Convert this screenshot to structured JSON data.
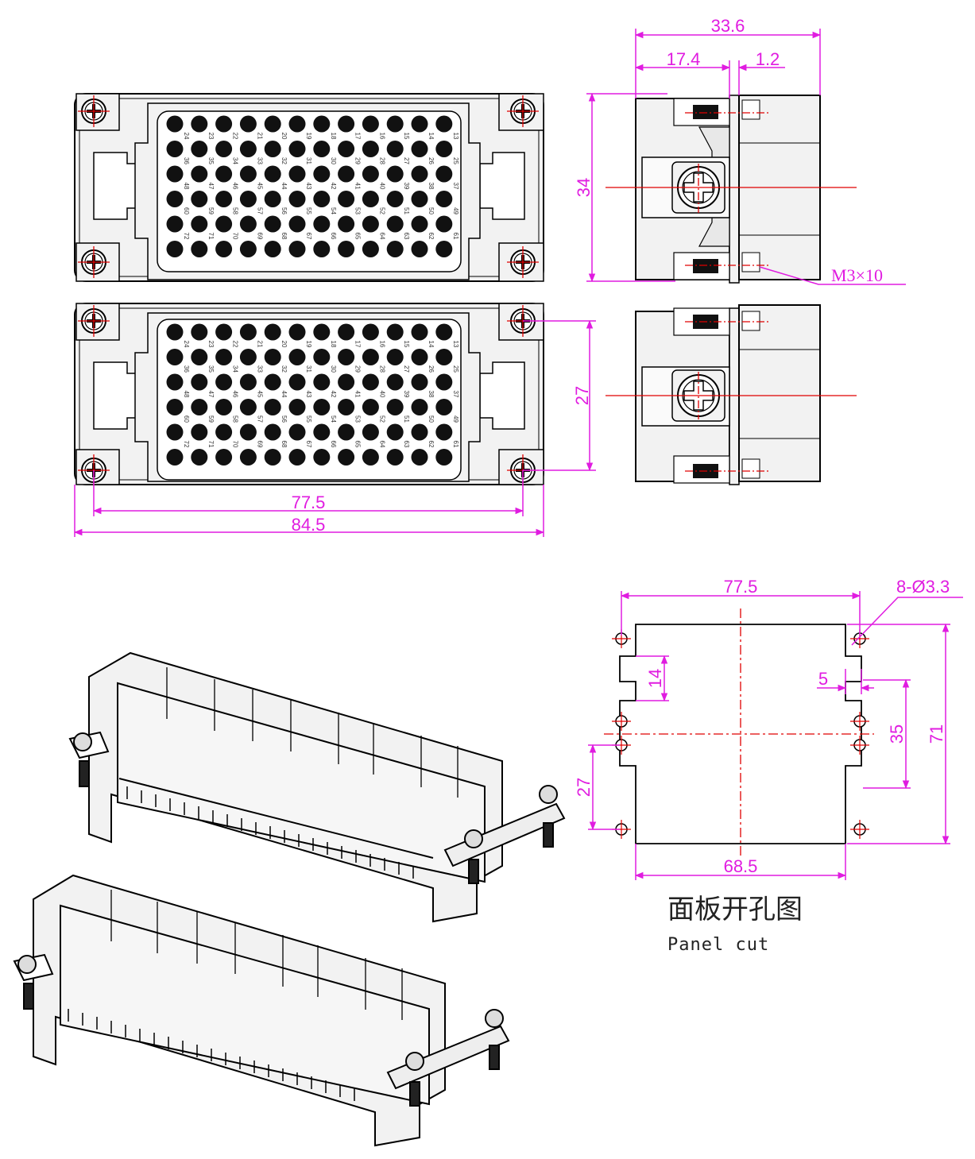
{
  "front_view": {
    "pin_rows": [
      [
        "24",
        "23",
        "22",
        "21",
        "20",
        "19",
        "18",
        "17",
        "16",
        "15",
        "14",
        "13"
      ],
      [
        "36",
        "35",
        "34",
        "33",
        "32",
        "31",
        "30",
        "29",
        "28",
        "27",
        "26",
        "25"
      ],
      [
        "48",
        "47",
        "46",
        "45",
        "44",
        "43",
        "42",
        "41",
        "40",
        "39",
        "38",
        "37"
      ],
      [
        "60",
        "59",
        "58",
        "57",
        "56",
        "55",
        "54",
        "53",
        "52",
        "51",
        "50",
        "49"
      ],
      [
        "72",
        "71",
        "70",
        "69",
        "68",
        "67",
        "66",
        "65",
        "64",
        "63",
        "62",
        "61"
      ]
    ],
    "dim_27": "27",
    "dim_77_5": "77.5",
    "dim_84_5": "84.5"
  },
  "side_view": {
    "dim_33_6": "33.6",
    "dim_17_4": "17.4",
    "dim_1_2": "1.2",
    "dim_34": "34",
    "screw_label": "M3×10"
  },
  "panel_cut": {
    "dim_77_5": "77.5",
    "holes_label": "8-Ø3.3",
    "dim_14": "14",
    "dim_5": "5",
    "dim_35": "35",
    "dim_71": "71",
    "dim_27": "27",
    "dim_68_5": "68.5",
    "title_cn": "面板开孔图",
    "title_en": "Panel cut"
  },
  "colors": {
    "dimension": "#e01ce0",
    "centerline": "#e00000",
    "outline": "#000000",
    "fill": "#f2f2f2"
  }
}
